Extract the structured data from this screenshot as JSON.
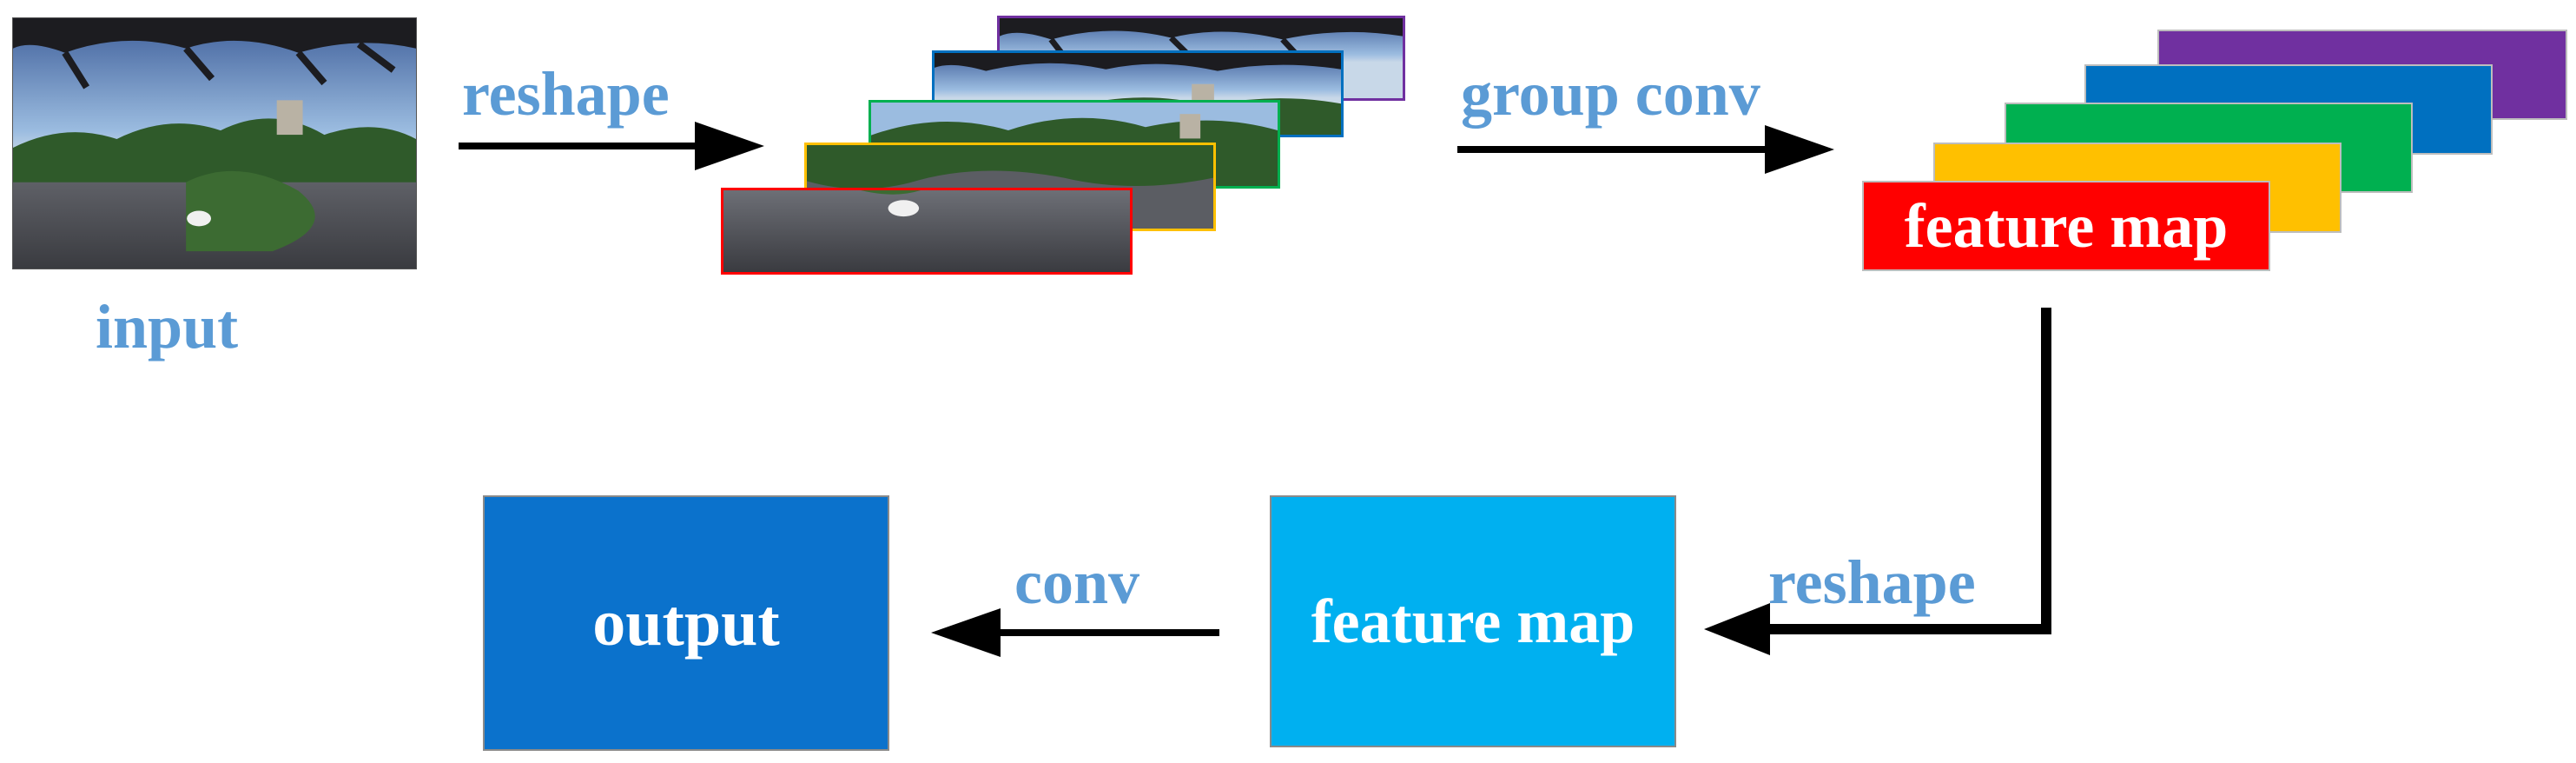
{
  "labels": {
    "input": "input",
    "reshape_top": "reshape",
    "group_conv": "group conv",
    "feature_map_top": "feature map",
    "reshape_bottom": "reshape",
    "feature_map_bottom": "feature map",
    "conv": "conv",
    "output": "output"
  },
  "icons": {
    "input_image": "panorama-photo",
    "split_images": "panorama-photo-strips",
    "arrows": "arrow-right, arrow-left, elbow-arrow"
  },
  "colors": {
    "label_blue": "#5b9bd5",
    "arrow": "#000000",
    "group_red": "#ff0000",
    "group_yellow": "#ffc000",
    "group_green": "#00b050",
    "group_blue": "#0070c0",
    "group_purple": "#7030a0",
    "feature_map_light": "#00b0f0",
    "output_blue": "#0b72cc"
  },
  "stacks": {
    "group_borders": [
      "#ff0000",
      "#ffc000",
      "#00b050",
      "#0070c0",
      "#7030a0"
    ],
    "feature_groups": [
      "#ff0000",
      "#ffc000",
      "#00b050",
      "#0070c0",
      "#7030a0"
    ]
  }
}
